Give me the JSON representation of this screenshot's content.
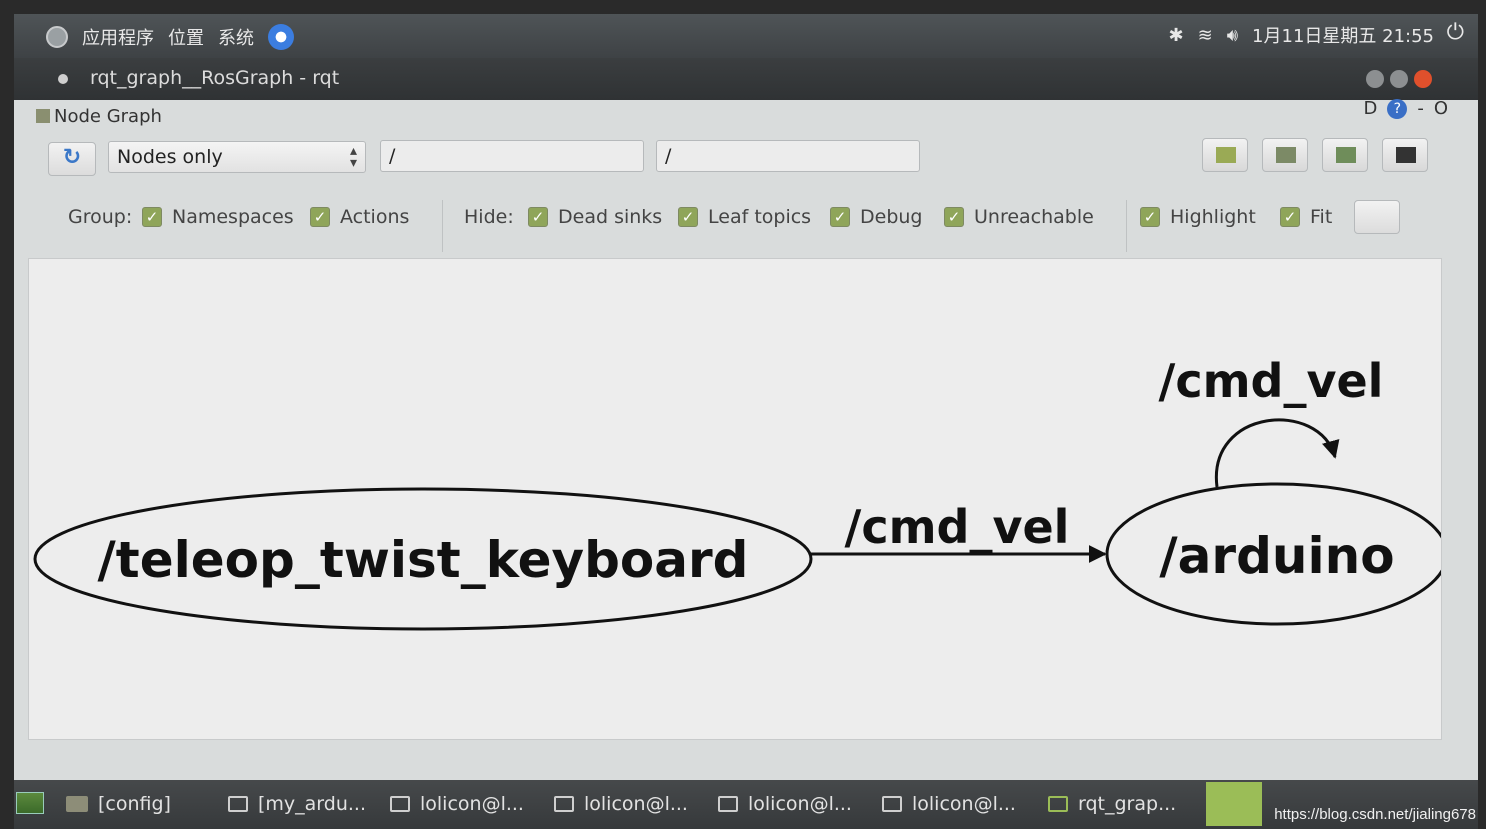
{
  "top_panel": {
    "menu": [
      "应用程序",
      "位置",
      "系统"
    ],
    "datetime": "1月11日星期五 21:55",
    "icons": [
      "bluetooth-icon",
      "wifi-icon",
      "volume-icon",
      "power-icon"
    ]
  },
  "window": {
    "title": "rqt_graph__RosGraph - rqt"
  },
  "dock": {
    "title": "Node Graph",
    "ctrl_d": "D",
    "ctrl_help": "?",
    "ctrl_min": "-",
    "ctrl_close": "O"
  },
  "toolbar": {
    "mode": "Nodes only",
    "filter_namespace": "/",
    "filter_topic": "/"
  },
  "options": {
    "group_label": "Group:",
    "group": [
      {
        "label": "Namespaces",
        "checked": true
      },
      {
        "label": "Actions",
        "checked": true
      }
    ],
    "hide_label": "Hide:",
    "hide": [
      {
        "label": "Dead sinks",
        "checked": true
      },
      {
        "label": "Leaf topics",
        "checked": true
      },
      {
        "label": "Debug",
        "checked": true
      },
      {
        "label": "Unreachable",
        "checked": true
      }
    ],
    "highlight": {
      "label": "Highlight",
      "checked": true
    },
    "fit": {
      "label": "Fit",
      "checked": true
    }
  },
  "graph": {
    "nodes": [
      {
        "id": "teleop",
        "label": "/teleop_twist_keyboard"
      },
      {
        "id": "arduino",
        "label": "/arduino"
      }
    ],
    "edges": [
      {
        "from": "teleop",
        "to": "arduino",
        "label": "/cmd_vel"
      },
      {
        "from": "arduino",
        "to": "arduino",
        "label": "/cmd_vel"
      }
    ]
  },
  "taskbar": {
    "items": [
      "[config]",
      "[my_ardu...",
      "lolicon@l...",
      "lolicon@l...",
      "lolicon@l...",
      "lolicon@l...",
      "rqt_grap..."
    ]
  },
  "watermark": "https://blog.csdn.net/jialing678",
  "colors": {
    "panel": "#3e4245",
    "checkbox": "#8fa55a",
    "canvas": "#ededed",
    "accent_blue": "#3b78c8"
  }
}
